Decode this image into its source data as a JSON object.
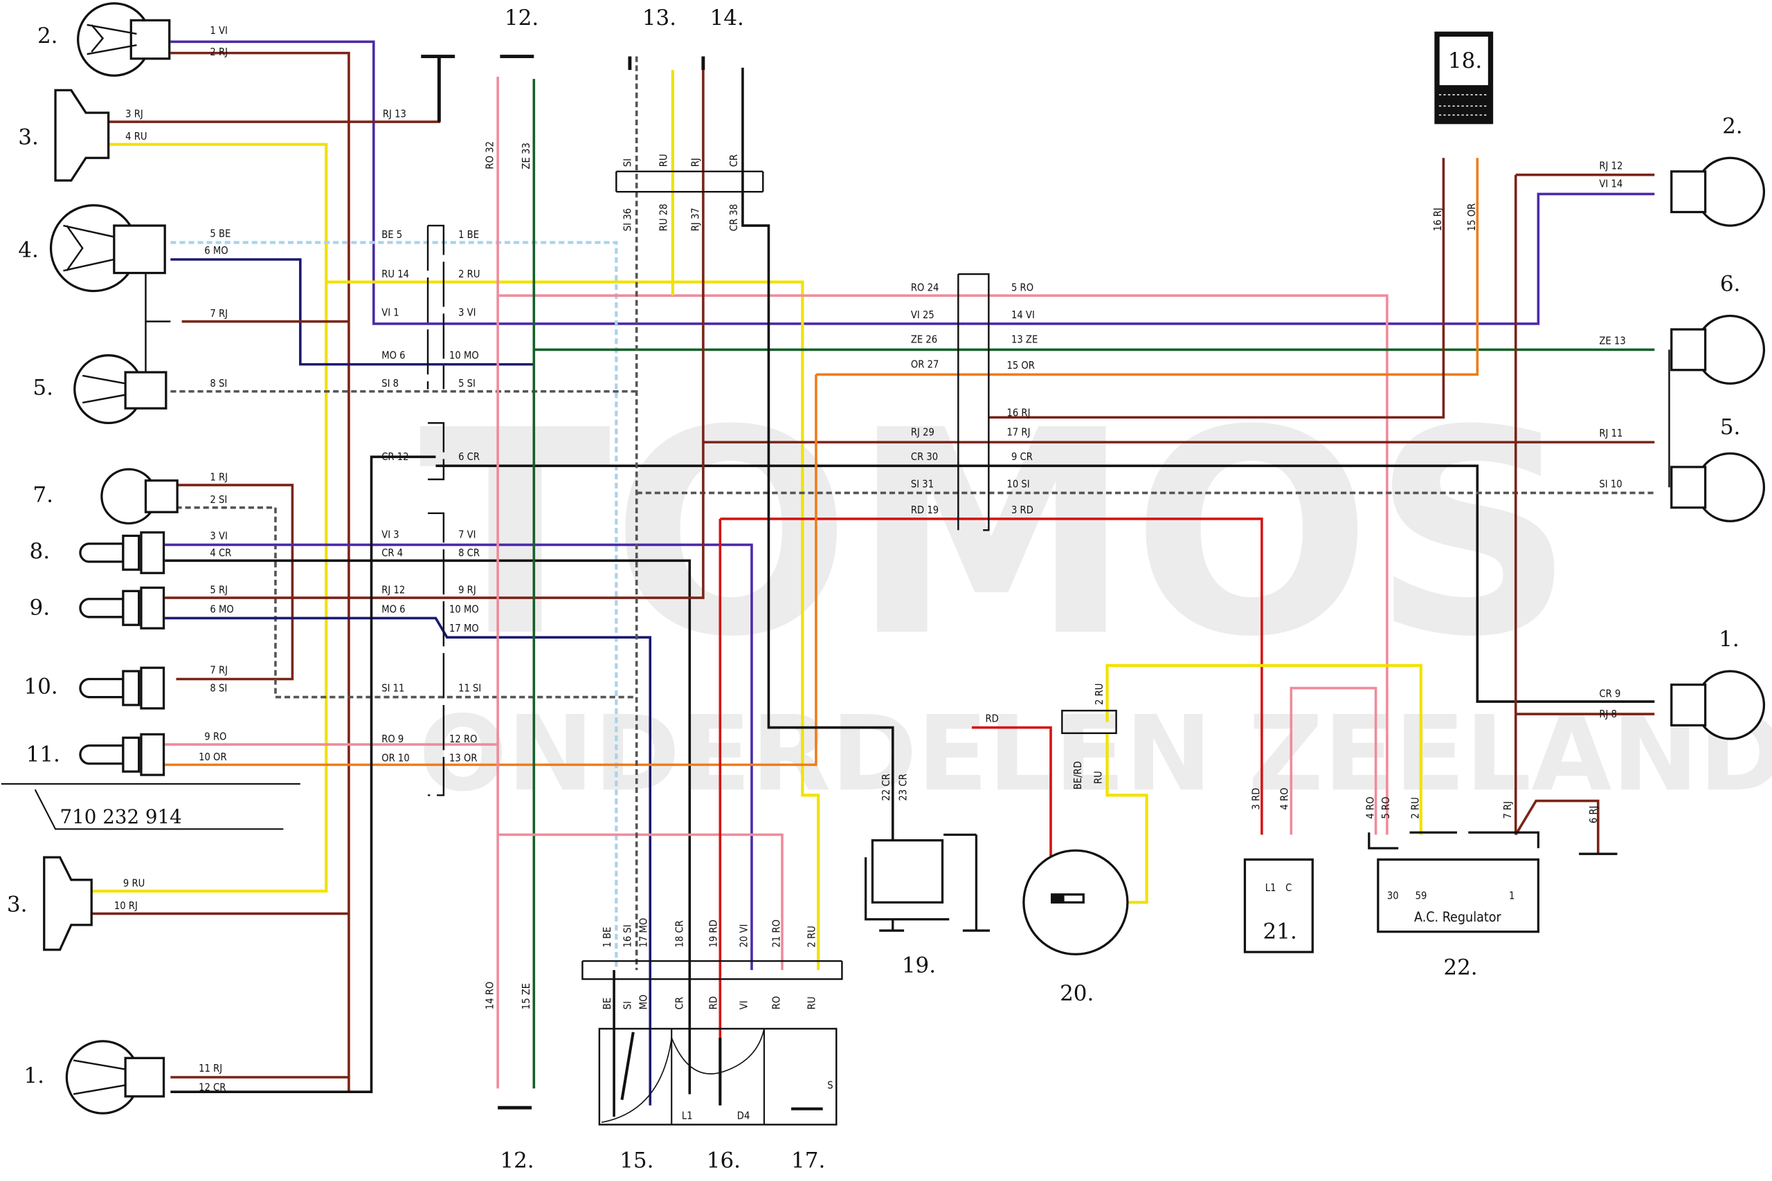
{
  "title": "Wiring diagram",
  "part_number": "710 232 914",
  "watermark": [
    "TOMOS",
    "ONDERDELEN ZEELAND"
  ],
  "component_numbers": {
    "left": [
      "2.",
      "3.",
      "4.",
      "5.",
      "7.",
      "8.",
      "9.",
      "10.",
      "11.",
      "3.",
      "1."
    ],
    "top": [
      "12.",
      "13.",
      "14.",
      "18."
    ],
    "right": [
      "2.",
      "6.",
      "5.",
      "1."
    ],
    "bottom": [
      "12.",
      "15.",
      "16.",
      "17.",
      "19.",
      "20.",
      "21.",
      "22."
    ]
  },
  "wire_colors": {
    "RJ": "#7a2418",
    "VI": "#4b2aa8",
    "RU": "#f2e200",
    "BE": "#a9d3ee",
    "MO": "#1b1a70",
    "SI": "#555555",
    "CR": "#111111",
    "RO": "#ee8c9c",
    "OR": "#f07c18",
    "ZE": "#15602a",
    "RD": "#d41414"
  },
  "left_device_labels": [
    "1 VI",
    "2 RJ",
    "3 RJ",
    "4 RU",
    "5 BE",
    "6 MO",
    "7 RJ",
    "8 SI",
    "1 RJ",
    "2 SI",
    "3 VI",
    "4 CR",
    "5 RJ",
    "6 MO",
    "7 RJ",
    "8 SI",
    "9 RO",
    "10 OR",
    "9 RU",
    "10 RJ",
    "11 RJ",
    "12 CR",
    "RJ 13"
  ],
  "left_connector_in": [
    "BE 5",
    "RU 14",
    "VI 1",
    "MO 6",
    "SI 8",
    "CR 12",
    "VI 3",
    "CR 4",
    "RJ 12",
    "MO 6",
    "SI 11",
    "RO 9",
    "OR 10"
  ],
  "left_connector_out": [
    "1 BE",
    "2 RU",
    "3 VI",
    "10 MO",
    "5 SI",
    "6 CR",
    "7 VI",
    "8 CR",
    "9 RJ",
    "10 MO",
    "17 MO",
    "11 SI",
    "12 RO",
    "13 OR"
  ],
  "component12_labels": [
    "RO 32",
    "ZE 33",
    "14 RO",
    "15 ZE"
  ],
  "top_connector_labels": [
    "SI",
    "RU",
    "RJ",
    "CR",
    "SI 36",
    "RU 28",
    "RJ 37",
    "CR 38"
  ],
  "right_connector_in": [
    "RO 24",
    "VI 25",
    "ZE 26",
    "OR 27",
    "RJ 29",
    "CR 30",
    "SI 31",
    "RD 19"
  ],
  "right_connector_out": [
    "5 RO",
    "14 VI",
    "13 ZE",
    "15 OR",
    "16 RJ",
    "17 RJ",
    "9 CR",
    "10 SI",
    "3 RD"
  ],
  "right_device_labels": [
    "RJ 12",
    "VI 14",
    "ZE 13",
    "RJ 11",
    "SI 10",
    "CR 9",
    "RJ 8",
    "16 RJ",
    "15 OR"
  ],
  "switch_labels": {
    "top": [
      "1 BE",
      "16 SI",
      "17 MO",
      "18 CR",
      "19 RD",
      "20 VI",
      "21 RO",
      "2 RU"
    ],
    "inner": [
      "BE",
      "SI",
      "MO",
      "CR",
      "RD",
      "VI",
      "RO",
      "RU"
    ],
    "terminals": [
      "L1",
      "D4",
      "S"
    ]
  },
  "ignition_labels": [
    "22 CR",
    "23 CR",
    "RD"
  ],
  "generator_labels": [
    "2 RU",
    "BE/RD",
    "RU"
  ],
  "unit21_labels": [
    "3 RD",
    "4 RO",
    "L1",
    "C"
  ],
  "regulator": {
    "wire_labels": [
      "4 RO",
      "5 RO",
      "2 RU",
      "7 RJ",
      "6 RJ"
    ],
    "terminals": [
      "30",
      "59",
      "1"
    ],
    "name": "A.C. Regulator"
  }
}
